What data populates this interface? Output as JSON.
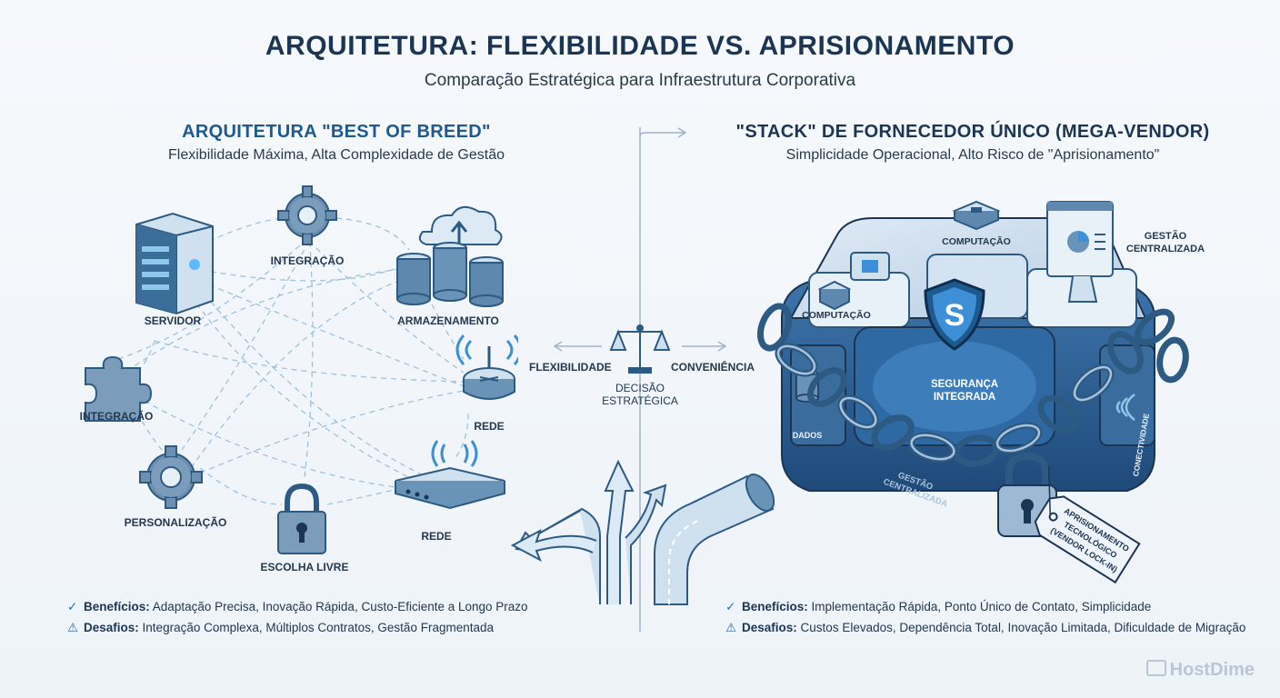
{
  "header": {
    "title": "ARQUITETURA: FLEXIBILIDADE VS. APRISIONAMENTO",
    "subtitle": "Comparação Estratégica para Infraestrutura Corporativa"
  },
  "left": {
    "title": "ARQUITETURA \"BEST OF BREED\"",
    "subtitle": "Flexibilidade Máxima, Alta Complexidade de Gestão",
    "nodes": {
      "servidor": "SERVIDOR",
      "integracao_top": "INTEGRAÇÃO",
      "armazenamento": "ARMAZENAMENTO",
      "integracao_left": "INTEGRAÇÃO",
      "rede_router": "REDE",
      "personalizacao": "PERSONALIZAÇÃO",
      "escolha_livre": "ESCOLHA LIVRE",
      "rede_modem": "REDE"
    },
    "benefits_label": "Benefícios:",
    "benefits": "Adaptação Precisa, Inovação Rápida, Custo-Eficiente a Longo Prazo",
    "challenges_label": "Desafios:",
    "challenges": "Integração Complexa, Múltiplos Contratos, Gestão Fragmentada"
  },
  "center": {
    "flex_label": "FLEXIBILIDADE",
    "conv_label": "CONVENIÊNCIA",
    "decision_line1": "DECISÃO",
    "decision_line2": "ESTRATÉGICA"
  },
  "right": {
    "title": "\"STACK\" DE FORNECEDOR ÚNICO (MEGA-VENDOR)",
    "subtitle": "Simplicidade Operacional, Alto Risco de \"Aprisionamento\"",
    "labels": {
      "computacao_top": "COMPUTAÇÃO",
      "computacao_left": "COMPUTAÇÃO",
      "gestao_line1": "GESTÃO",
      "gestao_line2": "CENTRALIZADA",
      "seguranca_line1": "SEGURANÇA",
      "seguranca_line2": "INTEGRADA",
      "dados": "DADOS",
      "conectividade": "CONECTIVIDADE",
      "gestao_front_line1": "GESTÃO",
      "gestao_front_line2": "CENTRALIZADA",
      "tag_line1": "APRISIONAMENTO",
      "tag_line2": "TECNOLÓGICO",
      "tag_line3": "(VENDOR LOCK-IN)",
      "shield_letter": "S"
    },
    "benefits_label": "Benefícios:",
    "benefits": "Implementação Rápida, Ponto Único de Contato, Simplicidade",
    "challenges_label": "Desafios:",
    "challenges": "Custos Elevados, Dependência Total, Inovação Limitada, Dificuldade de Migração"
  },
  "icons": {
    "check": "check-circle-icon",
    "warning": "warning-triangle-icon"
  },
  "brand": {
    "logo_text": "HostDime",
    "accent": "#1f5a8f",
    "dark": "#1c3553"
  }
}
